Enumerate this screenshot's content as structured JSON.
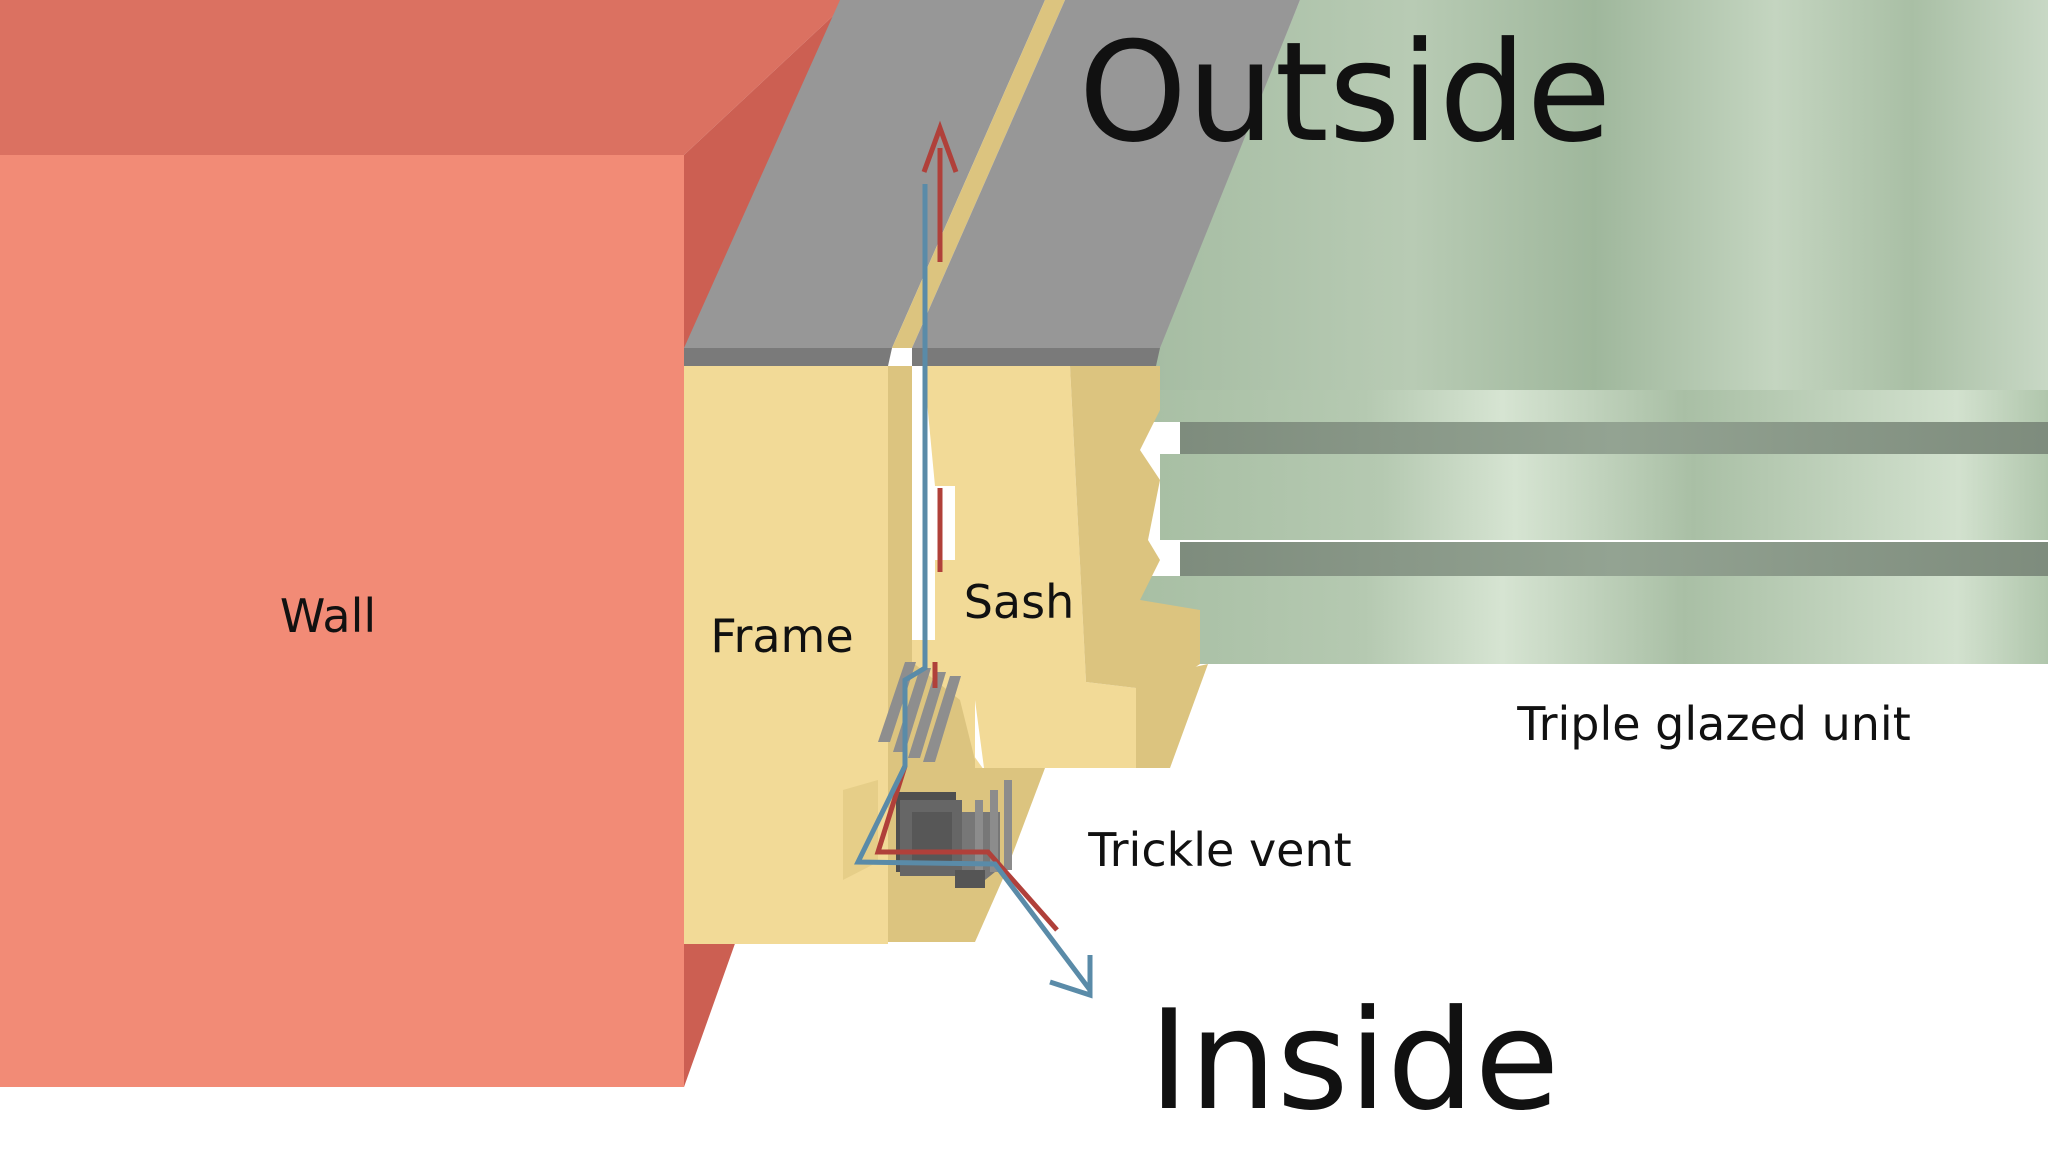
{
  "labels": {
    "outside": "Outside",
    "inside": "Inside",
    "wall": "Wall",
    "frame": "Frame",
    "sash": "Sash",
    "glazing": "Triple glazed unit",
    "trickle_vent": "Trickle vent"
  },
  "colors": {
    "wall_face": "#F28B76",
    "wall_top": "#DB7161",
    "wall_side": "#CC5F52",
    "frame_face": "#F2DA97",
    "frame_side": "#DCC47F",
    "cap_face": "#979797",
    "cap_edge": "#7A7A7A",
    "glass_light": "#C3D4BF",
    "glass_mid": "#A8BFA4",
    "glass_dark": "#7E8C7D",
    "vent": "#666666",
    "warm_air": "#B0403A",
    "cool_air": "#5A8BA8"
  }
}
